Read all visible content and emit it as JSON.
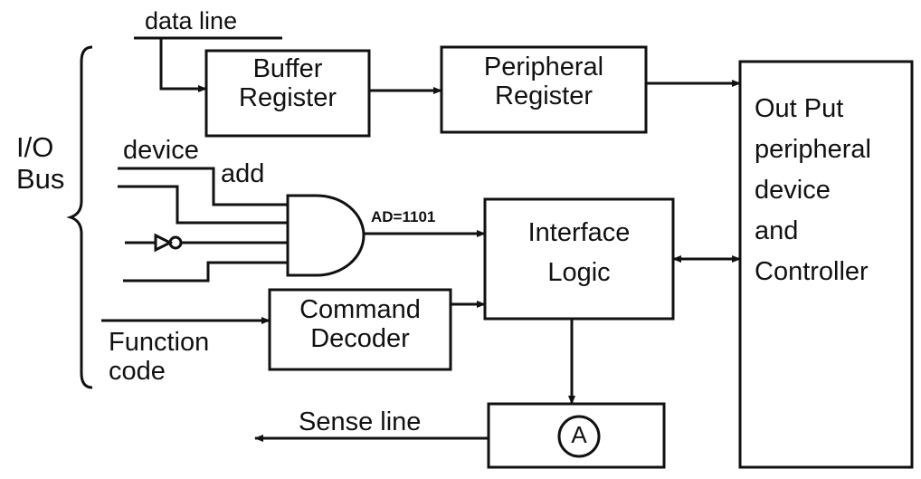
{
  "bus_label": [
    "I/O",
    "Bus"
  ],
  "inputs": {
    "data_line": "data line",
    "device_add": [
      "device",
      "add"
    ],
    "function_code": [
      "Function",
      "code"
    ]
  },
  "blocks": {
    "buffer_register": [
      "Buffer",
      "Register"
    ],
    "peripheral_register": [
      "Peripheral",
      "Register"
    ],
    "interface_logic": [
      "Interface",
      "Logic"
    ],
    "command_decoder": [
      "Command",
      "Decoder"
    ],
    "output_device": [
      "Out Put",
      "peripheral",
      "device",
      "and",
      "Controller"
    ],
    "flag": "A"
  },
  "signals": {
    "address_match": "AD=1101",
    "sense_line": "Sense line"
  }
}
